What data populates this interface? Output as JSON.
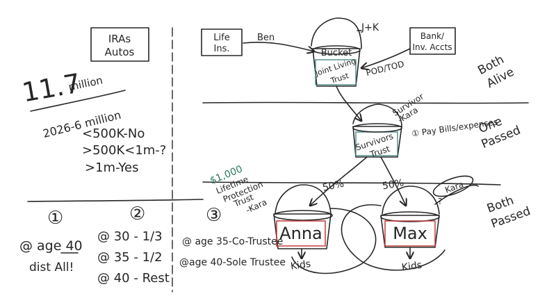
{
  "colors": {
    "ink": "#262626",
    "green": "#2f7a62",
    "red": "#c23a3a",
    "teal": "#4a8a86"
  },
  "boxes": {
    "ira_autos": [
      "IRAs",
      "Autos"
    ],
    "life_ins": [
      "Life",
      "Ins."
    ],
    "bank_accts": [
      "Bank/",
      "Inv. Accts"
    ]
  },
  "arrows": {
    "ben": "Ben",
    "jk": "J+K",
    "pod_tod": "POD/TOD",
    "survivor_kara": [
      "Survivor",
      "-Kara"
    ],
    "kara_left": "-Kara",
    "kara_right": "Kara",
    "question": "?"
  },
  "trusts": {
    "joint": {
      "bucket": "Bucket",
      "label": [
        "Joint Living",
        "Trust"
      ]
    },
    "survivors": {
      "label": [
        "Survivors",
        "Trust"
      ]
    },
    "anna": "Anna",
    "max": "Max",
    "lifetime": {
      "amount": "$1,000",
      "label": [
        "Lifetime",
        "Protection",
        "Trust"
      ]
    }
  },
  "estate": {
    "amount": "11.7",
    "unit": "million",
    "future": "2026-6 million",
    "rules": [
      "<500K-No",
      ">500K<1m-?",
      ">1m-Yes"
    ]
  },
  "notes": {
    "pay_bills": "① Pay Bills/expenses"
  },
  "sections": {
    "both_alive": [
      "Both",
      "Alive"
    ],
    "one_passed": [
      "One",
      "Passed"
    ],
    "both_passed": [
      "Both",
      "Passed"
    ]
  },
  "shares": {
    "left": "50%",
    "right": "50%"
  },
  "kids": {
    "anna": "Kids",
    "max": "Kids"
  },
  "options": {
    "one": {
      "number": "①",
      "lines": [
        "@ age 40",
        "dist All!"
      ]
    },
    "two": {
      "number": "②",
      "lines": [
        "@ 30 - 1/3",
        "@ 35 - 1/2",
        "@ 40 - Rest"
      ]
    },
    "three": {
      "number": "③",
      "lines": [
        "@ age 35-Co-Trustee",
        "@age 40-Sole Trustee"
      ]
    }
  }
}
